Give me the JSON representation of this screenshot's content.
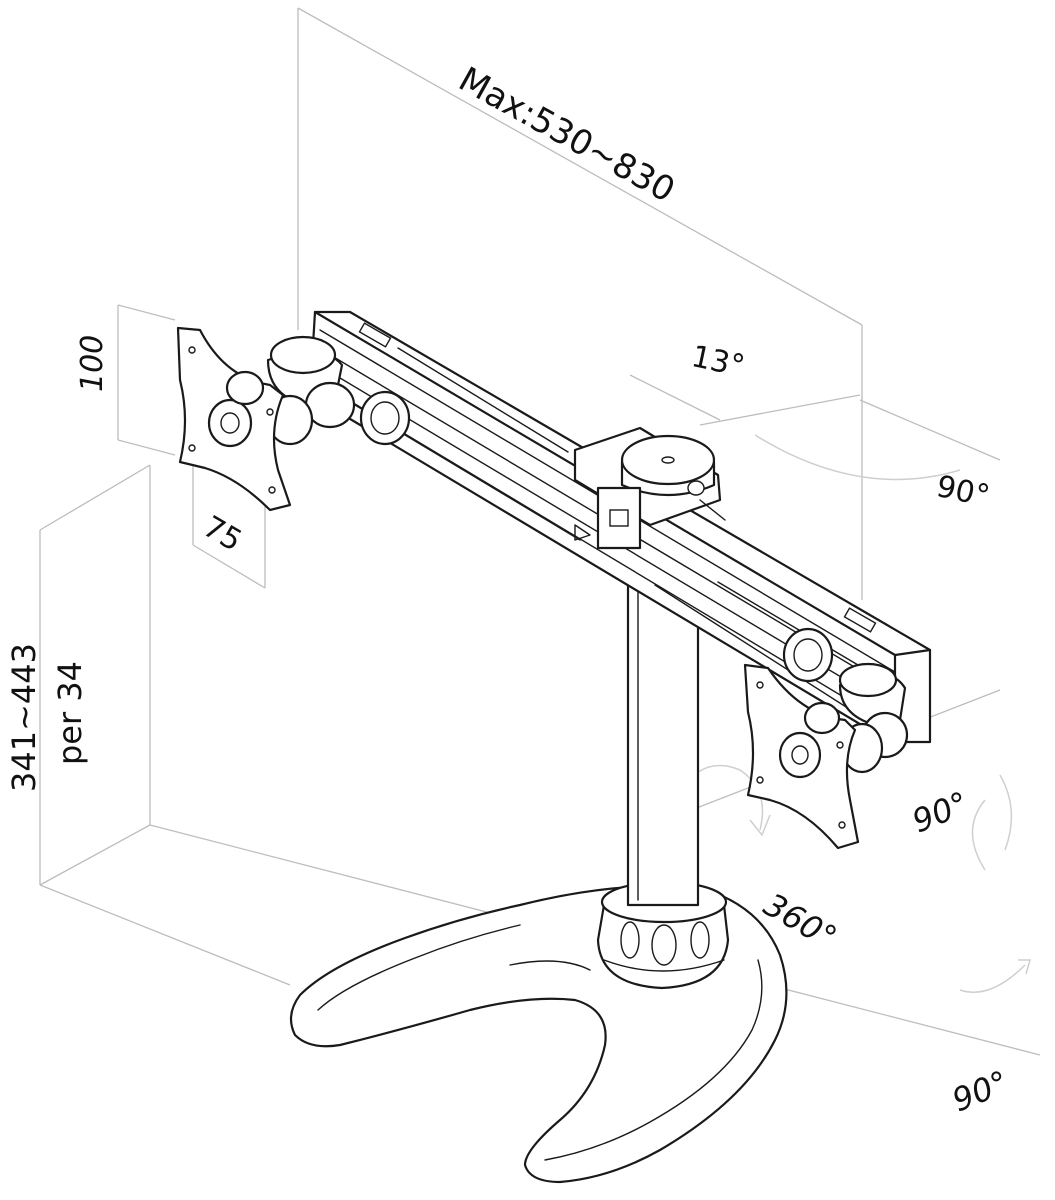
{
  "labels": {
    "max_width": "Max:530~830",
    "vesa_height": "100",
    "vesa_width": "75",
    "tilt": "13°",
    "swivel_top": "90°",
    "height_range": "341~443",
    "height_step": "per 34",
    "rotate_right": "90°",
    "pan": "360°",
    "rotate_bottom": "90°"
  },
  "colors": {
    "line": "#1a1a1a",
    "dimension_line": "#bdbdbd",
    "text": "#111111",
    "background": "#ffffff"
  }
}
